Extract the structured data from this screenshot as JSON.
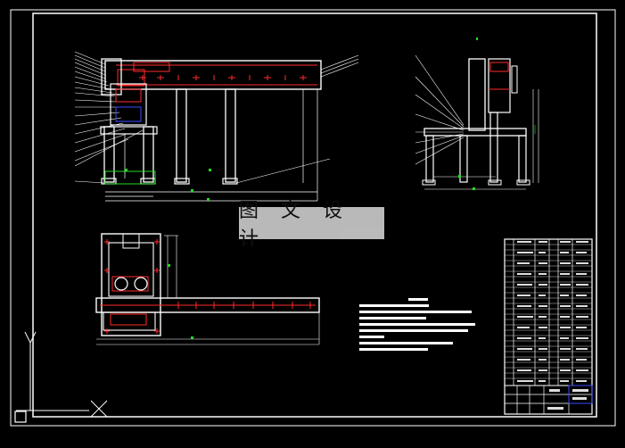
{
  "watermark_text": "图 文 设 计",
  "colors": {
    "background": "#000000",
    "frame": "#ffffff",
    "accent_red": "#ff2a2a",
    "accent_green": "#22dd22",
    "accent_blue": "#3a4aff",
    "watermark_bg": "#c8c8c8"
  },
  "views": [
    "front-view",
    "side-view",
    "top-view"
  ],
  "icons": [
    "ucs-axis-icon",
    "cross-marker-icon",
    "corner-box-icon"
  ]
}
